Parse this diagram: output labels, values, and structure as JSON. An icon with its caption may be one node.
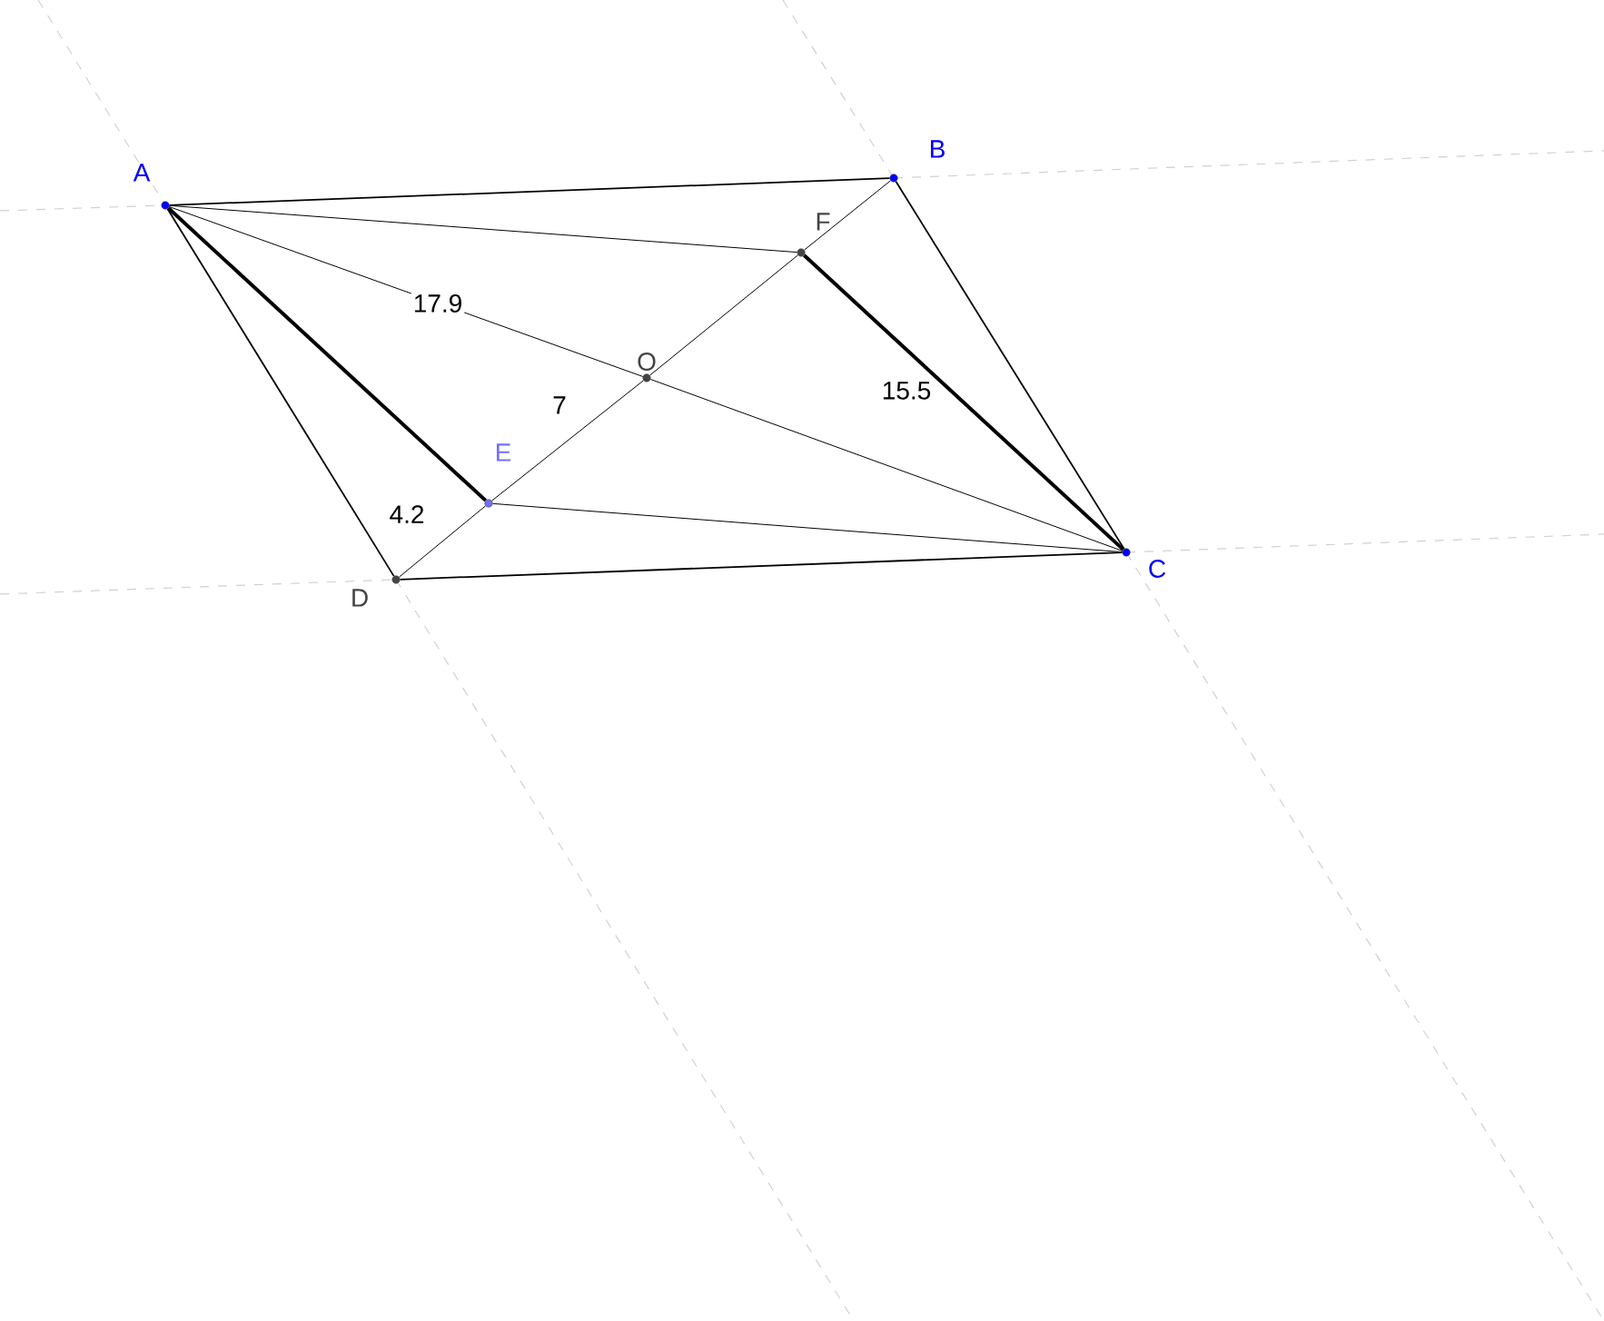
{
  "diagram": {
    "nodes": [
      {
        "text": [
          "A"
        ]
      },
      {
        "text": [
          "B"
        ]
      },
      {
        "text": [
          "C"
        ]
      },
      {
        "text": [
          "D"
        ]
      },
      {
        "text": [
          "E"
        ]
      },
      {
        "text": [
          "F"
        ]
      },
      {
        "text": [
          "O"
        ]
      }
    ],
    "edges": [
      {
        "from": 0,
        "to": 1,
        "arrow": "none"
      },
      {
        "from": 1,
        "to": 2,
        "arrow": "none"
      },
      {
        "from": 2,
        "to": 3,
        "arrow": "none"
      },
      {
        "from": 3,
        "to": 0,
        "arrow": "none"
      },
      {
        "from": 0,
        "to": 6,
        "arrow": "none",
        "label": "17.9"
      },
      {
        "from": 6,
        "to": 2,
        "arrow": "none"
      },
      {
        "from": 3,
        "to": 4,
        "arrow": "none",
        "label": "4.2"
      },
      {
        "from": 4,
        "to": 6,
        "arrow": "none",
        "label": "7"
      },
      {
        "from": 6,
        "to": 5,
        "arrow": "none"
      },
      {
        "from": 5,
        "to": 1,
        "arrow": "none"
      },
      {
        "from": 0,
        "to": 4,
        "arrow": "none",
        "style": "thick"
      },
      {
        "from": 5,
        "to": 2,
        "arrow": "none",
        "style": "thick",
        "label": "15.5"
      },
      {
        "from": 0,
        "to": 5,
        "arrow": "none"
      },
      {
        "from": 4,
        "to": 2,
        "arrow": "none"
      }
    ]
  }
}
